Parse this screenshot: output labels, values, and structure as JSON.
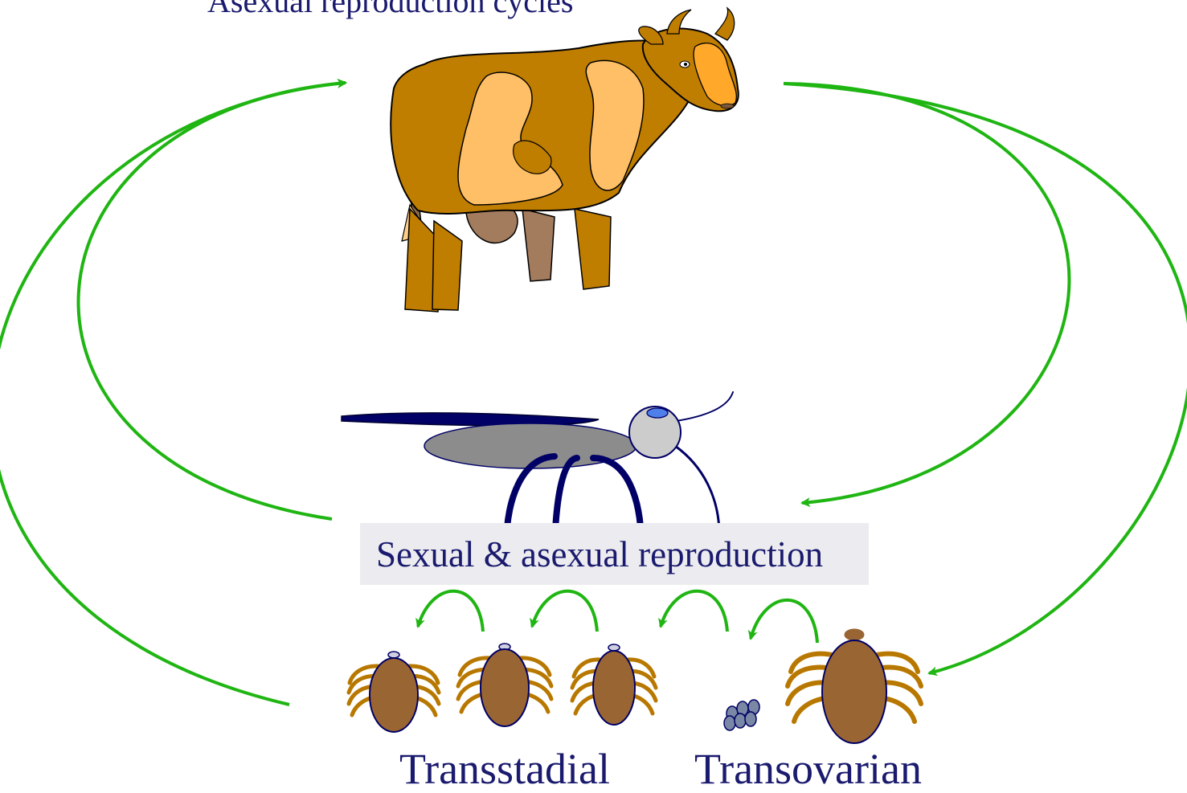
{
  "labels": {
    "top": "Asexual reproduction cycles",
    "middle": "Sexual & asexual reproduction",
    "bottom_left": "Transstadial",
    "bottom_right": "Transovarian"
  },
  "colors": {
    "text": "#1a1a6e",
    "arrow": "#1fb512",
    "cow_body": "#c07e00",
    "cow_patch": "#ffbf66",
    "cow_udder": "#a37b5d",
    "tick_body": "#996633",
    "tick_legs": "#b87800",
    "vector_body": "#8c8c8c",
    "vector_wing": "#000066",
    "vector_head": "#cccccc",
    "vector_eye": "#4f7fe8",
    "egg": "#7a88a6",
    "label_bg": "#ececf0"
  },
  "icons": {
    "cow": "cow-icon",
    "vector": "biting-fly-icon",
    "tick_stage": "tick-icon",
    "egg_cluster": "egg-cluster-icon"
  }
}
